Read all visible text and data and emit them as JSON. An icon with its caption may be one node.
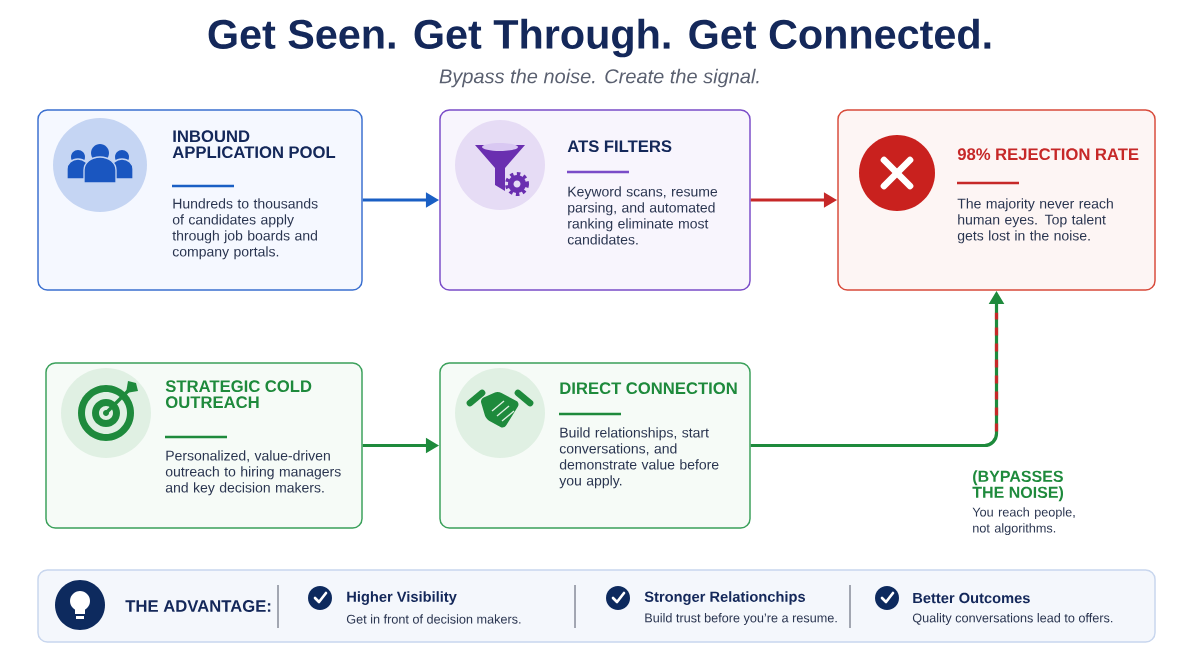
{
  "diagram": {
    "title": "Get Seen. Get Through. Get Connected.",
    "caption": "Bypass the noise. Create the signal.",
    "nodes": [
      {
        "text": [
          "INBOUND APPLICATION POOL",
          "Hundreds to thousands of candidates apply through job boards and company portals."
        ]
      },
      {
        "text": [
          "ATS FILTERS",
          "Keyword scans, resume parsing, and automated ranking eliminate most candidates."
        ]
      },
      {
        "text": [
          "98% REJECTION RATE",
          "The majority never reach human eyes. Top talent gets lost in the noise."
        ]
      },
      {
        "text": [
          "STRATEGIC COLD OUTREACH",
          "Personalized, value-driven outreach to hiring managers and key decision makers."
        ]
      },
      {
        "text": [
          "DIRECT CONNECTION",
          "Build relationships, start conversations, and demonstrate value before you apply."
        ]
      },
      {
        "text": [
          "THE ADVANTAGE:",
          "Higher Visibility",
          "Get in front of decision makers.",
          "Stronger Relationchips",
          "Build trust before you’re a resume.",
          "Better Outcomes",
          "Quality conversations lead to offers."
        ]
      }
    ],
    "edges": [
      {
        "from": 0,
        "to": 1,
        "arrow": "to",
        "color": "#1a5fc4"
      },
      {
        "from": 1,
        "to": 2,
        "arrow": "to",
        "color": "#c62828"
      },
      {
        "from": 3,
        "to": 4,
        "arrow": "to",
        "color": "#1e8a3c"
      },
      {
        "from": 4,
        "to": 2,
        "arrow": "to",
        "color": "#1e8a3c",
        "label": "(BYPASSES THE NOISE)"
      }
    ],
    "labels": [
      "You reach people, not algorithms."
    ]
  }
}
